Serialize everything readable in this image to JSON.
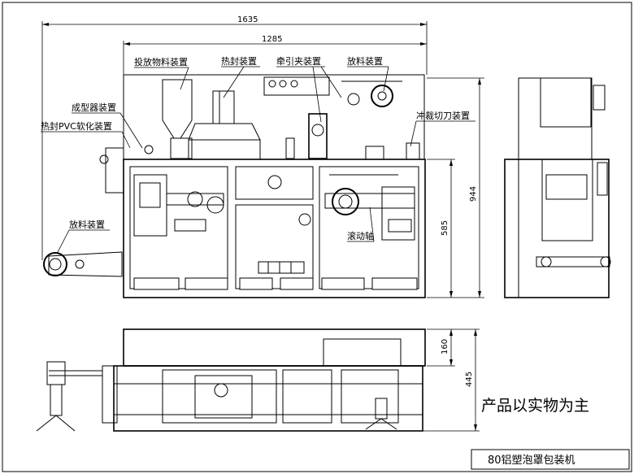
{
  "dimensions": {
    "overall_length": "1635",
    "body_length": "1285",
    "overall_height": "944",
    "body_height": "585",
    "top_view_height": "160",
    "top_view_depth": "445"
  },
  "labels": {
    "feeding_device": "投放物料装置",
    "heat_seal": "热封装置",
    "traction_clamp": "牵引夹装置",
    "unwind_top": "放料装置",
    "forming": "成型器装置",
    "pvc_softening": "热封PVC软化装置",
    "punch_cutter": "冲裁切刀装置",
    "unwind_left": "放料装置",
    "roller_shaft": "滚动轴"
  },
  "note": "产品以实物为主",
  "title_block": "80铝塑泡罩包装机"
}
